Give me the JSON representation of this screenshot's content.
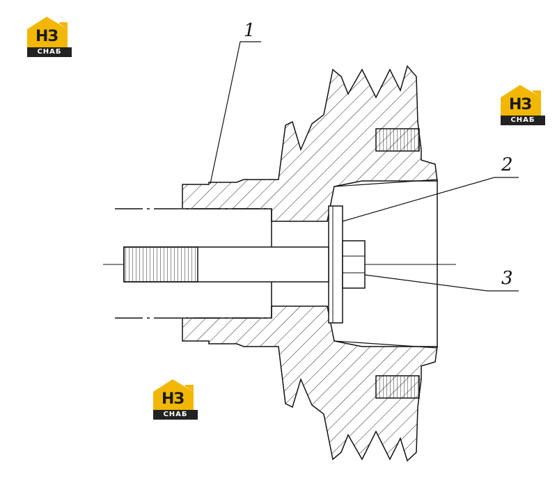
{
  "callouts": [
    {
      "label": "1"
    },
    {
      "label": "2"
    },
    {
      "label": "3"
    }
  ],
  "logo": {
    "main_text": "НЗ",
    "sub_text": "СНАБ",
    "accent_color": "#f2b705",
    "dark_color": "#222222"
  },
  "colors": {
    "line": "#111111",
    "hatch": "#222222",
    "background": "#ffffff"
  }
}
